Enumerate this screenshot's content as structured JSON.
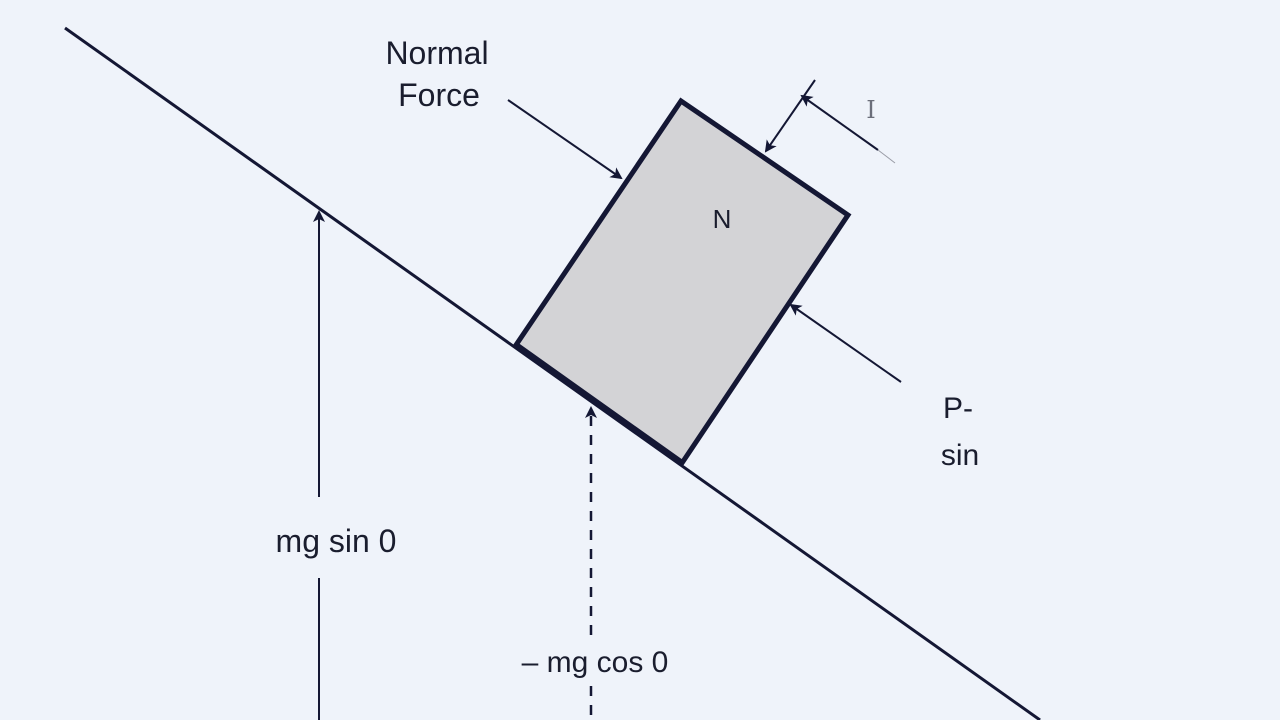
{
  "labels": {
    "normal_force_line1": "Normal",
    "normal_force_line2": "Force",
    "block_label": "N",
    "corner_mark": "I",
    "p_sin_line1": "P-",
    "p_sin_line2": "sin",
    "mg_sin": "mg sin 0",
    "mg_cos": "– mg cos 0"
  },
  "colors": {
    "background": "#eff3fa",
    "stroke": "#141734",
    "block_fill": "#d3d3d6",
    "text": "#1a1d2e",
    "faint": "#6b6e7a"
  }
}
